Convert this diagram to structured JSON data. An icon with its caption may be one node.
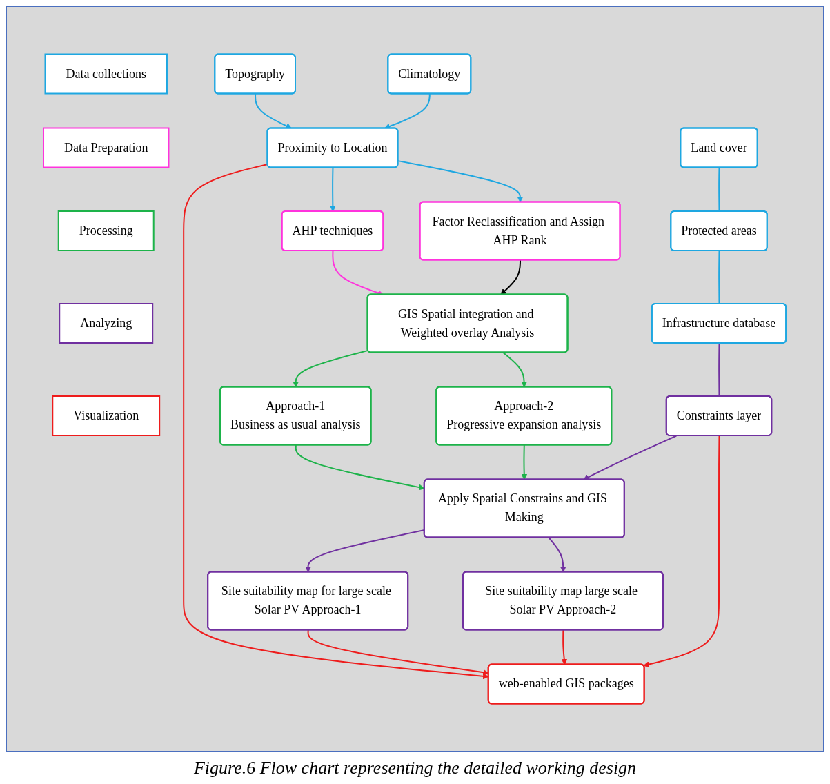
{
  "diagram": {
    "caption": "Figure.6 Flow chart representing the detailed working design",
    "nodes": [
      {
        "text": [
          "Data collections"
        ]
      },
      {
        "text": [
          "Data Preparation"
        ]
      },
      {
        "text": [
          "Processing"
        ]
      },
      {
        "text": [
          "Analyzing"
        ]
      },
      {
        "text": [
          "Visualization"
        ]
      },
      {
        "text": [
          "Topography"
        ]
      },
      {
        "text": [
          "Proximity to Location"
        ]
      },
      {
        "text": [
          "Climatology"
        ]
      },
      {
        "text": [
          "Land cover"
        ]
      },
      {
        "text": [
          "Protected areas"
        ]
      },
      {
        "text": [
          "Infrastructure database"
        ]
      },
      {
        "text": [
          "AHP techniques"
        ]
      },
      {
        "text": [
          "Factor Reclassification and Assign AHP Rank"
        ]
      },
      {
        "text": [
          "GIS Spatial integration and Weighted overlay Analysis"
        ]
      },
      {
        "text": [
          "Approach-1",
          "Business as usual analysis"
        ]
      },
      {
        "text": [
          "Approach-2",
          "Progressive expansion analysis"
        ]
      },
      {
        "text": [
          "Apply Spatial Constrains and GIS Making"
        ]
      },
      {
        "text": [
          "Constraints layer"
        ]
      },
      {
        "text": [
          "Site suitability map for large scale Solar PV Approach-1"
        ]
      },
      {
        "text": [
          "Site suitability map large scale Solar PV Approach-2"
        ]
      },
      {
        "text": [
          "web-enabled GIS packages"
        ]
      }
    ],
    "edges": [
      {
        "from": 5,
        "to": 6,
        "arrow": "to",
        "color": "#1ea7e1"
      },
      {
        "from": 7,
        "to": 6,
        "arrow": "to",
        "color": "#1ea7e1"
      },
      {
        "from": 6,
        "to": 11,
        "arrow": "to",
        "color": "#1ea7e1"
      },
      {
        "from": 6,
        "to": 12,
        "arrow": "to",
        "color": "#1ea7e1"
      },
      {
        "from": 6,
        "to": 20,
        "arrow": "to",
        "color": "#ee1c1c"
      },
      {
        "from": 8,
        "to": 9,
        "arrow": "none",
        "color": "#1ea7e1"
      },
      {
        "from": 9,
        "to": 10,
        "arrow": "none",
        "color": "#1ea7e1"
      },
      {
        "from": 10,
        "to": 17,
        "arrow": "none",
        "color": "#7030a0"
      },
      {
        "from": 11,
        "to": 13,
        "arrow": "to",
        "color": "#ff33dd"
      },
      {
        "from": 12,
        "to": 13,
        "arrow": "to",
        "color": "#000000"
      },
      {
        "from": 13,
        "to": 14,
        "arrow": "to",
        "color": "#1db34a"
      },
      {
        "from": 13,
        "to": 15,
        "arrow": "to",
        "color": "#1db34a"
      },
      {
        "from": 14,
        "to": 16,
        "arrow": "to",
        "color": "#1db34a"
      },
      {
        "from": 15,
        "to": 16,
        "arrow": "to",
        "color": "#1db34a"
      },
      {
        "from": 17,
        "to": 16,
        "arrow": "to",
        "color": "#7030a0"
      },
      {
        "from": 16,
        "to": 18,
        "arrow": "to",
        "color": "#7030a0"
      },
      {
        "from": 16,
        "to": 19,
        "arrow": "to",
        "color": "#7030a0"
      },
      {
        "from": 18,
        "to": 20,
        "arrow": "to",
        "color": "#ee1c1c"
      },
      {
        "from": 19,
        "to": 20,
        "arrow": "to",
        "color": "#ee1c1c"
      },
      {
        "from": 17,
        "to": 20,
        "arrow": "to",
        "color": "#ee1c1c"
      }
    ]
  }
}
